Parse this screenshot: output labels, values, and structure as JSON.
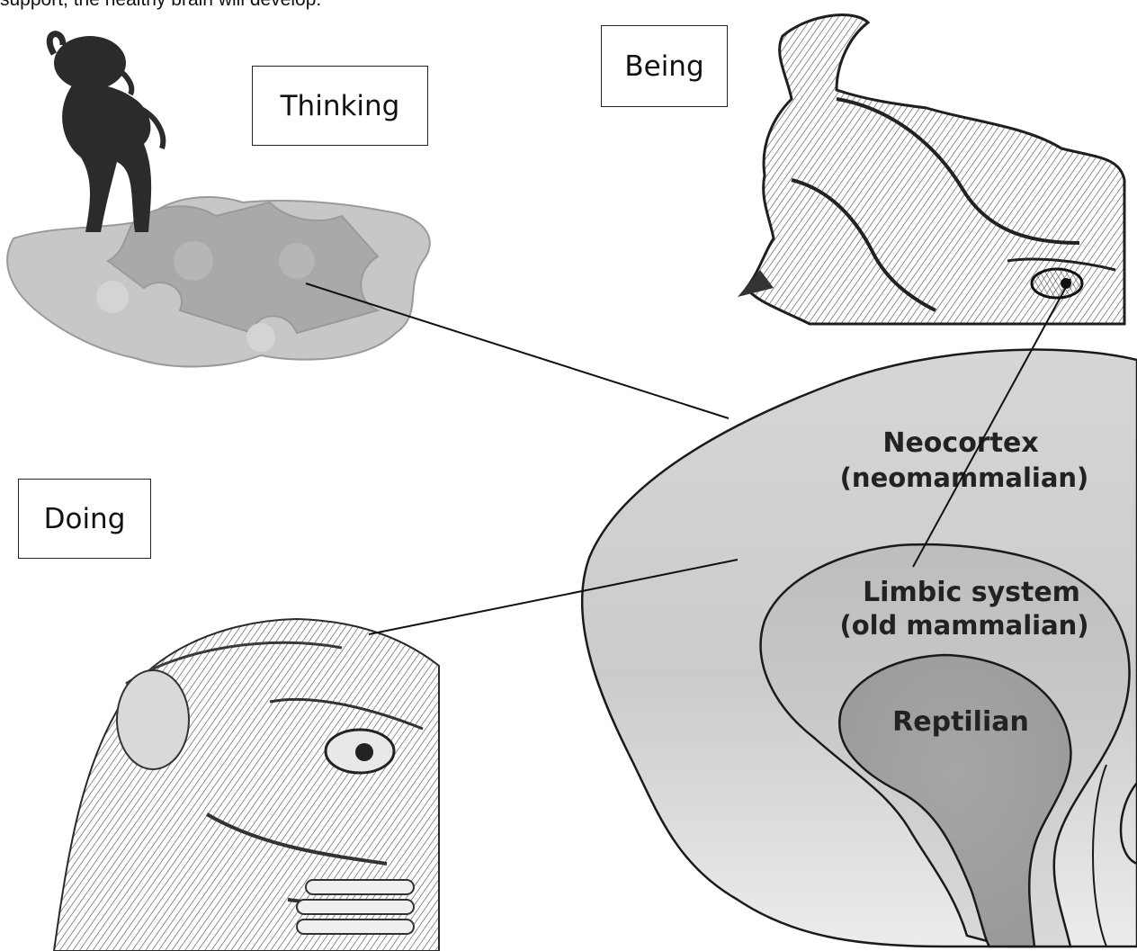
{
  "intro_text": "support, the healthy brain will develop.",
  "labels": {
    "thinking": "Thinking",
    "being": "Being",
    "doing": "Doing"
  },
  "brain": {
    "neocortex_title": "Neocortex",
    "neocortex_sub": "(neomammalian)",
    "limbic_title": "Limbic system",
    "limbic_sub": "(old mammalian)",
    "reptilian_title": "Reptilian"
  },
  "colors": {
    "neocortex_fill": "#cfcfcf",
    "limbic_fill": "#b3b3b3",
    "reptilian_fill": "#9c9c9c",
    "outline": "#1a1a1a"
  }
}
